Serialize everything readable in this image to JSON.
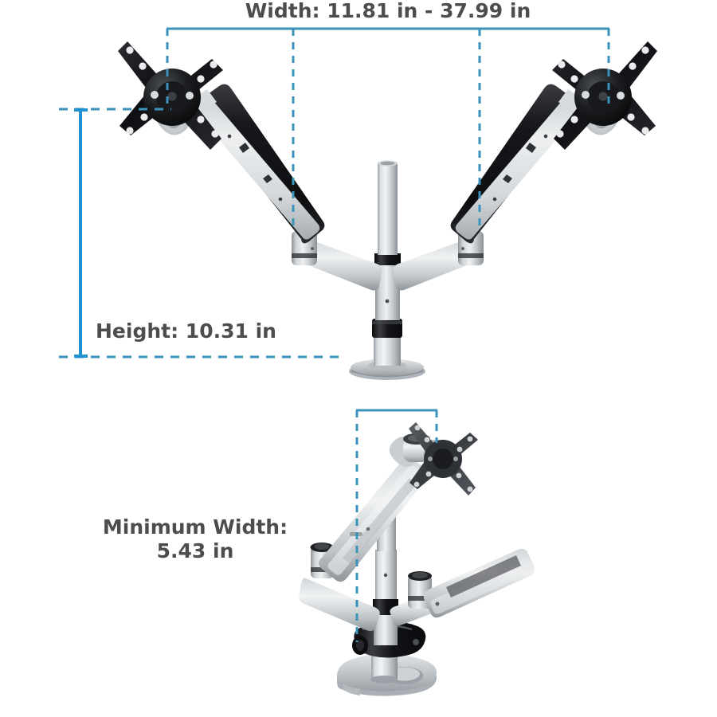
{
  "figure": {
    "title": "Dual monitor gas-spring desk mount dimension diagram",
    "background_color": "#ffffff",
    "dimension_line_color": "#3b92ba",
    "height_line_color": "#2291d1",
    "text_color": "#4d4d4d"
  },
  "labels": {
    "width": "Width: 11.81 in - 37.99 in",
    "height": "Height: 10.31 in",
    "minimum_width_line1": "Minimum Width:",
    "minimum_width_line2": "5.43 in"
  },
  "measurements": [
    {
      "name": "width",
      "label": "Width: 11.81 in - 37.99 in",
      "min_value": "11.81 in",
      "max_value": "37.99 in",
      "unit": "in"
    },
    {
      "name": "height",
      "label": "Height: 10.31 in",
      "value": "10.31 in",
      "unit": "in"
    },
    {
      "name": "minimum-width",
      "label": "Minimum Width: 5.43 in",
      "value": "5.43 in",
      "unit": "in"
    }
  ],
  "views": [
    {
      "name": "top-view",
      "description": "Dual arm mount shown fully extended, front view",
      "parts": [
        "vesa-plate-left",
        "vesa-plate-right",
        "gas-spring-arm-left",
        "gas-spring-arm-right",
        "center-pole",
        "desk-clamp-base"
      ]
    },
    {
      "name": "bottom-view",
      "description": "Dual arm mount shown at minimum width, angled view",
      "parts": [
        "vesa-plate",
        "gas-spring-arm-front",
        "gas-spring-arm-rear",
        "center-pole",
        "grommet-base"
      ]
    }
  ],
  "colors": {
    "aluminum_light": "#e8eaec",
    "aluminum_mid": "#b9bec2",
    "aluminum_dark": "#8b9196",
    "plate_black": "#15161a",
    "plate_gray": "#55585d",
    "collar_black": "#1b1c20"
  }
}
